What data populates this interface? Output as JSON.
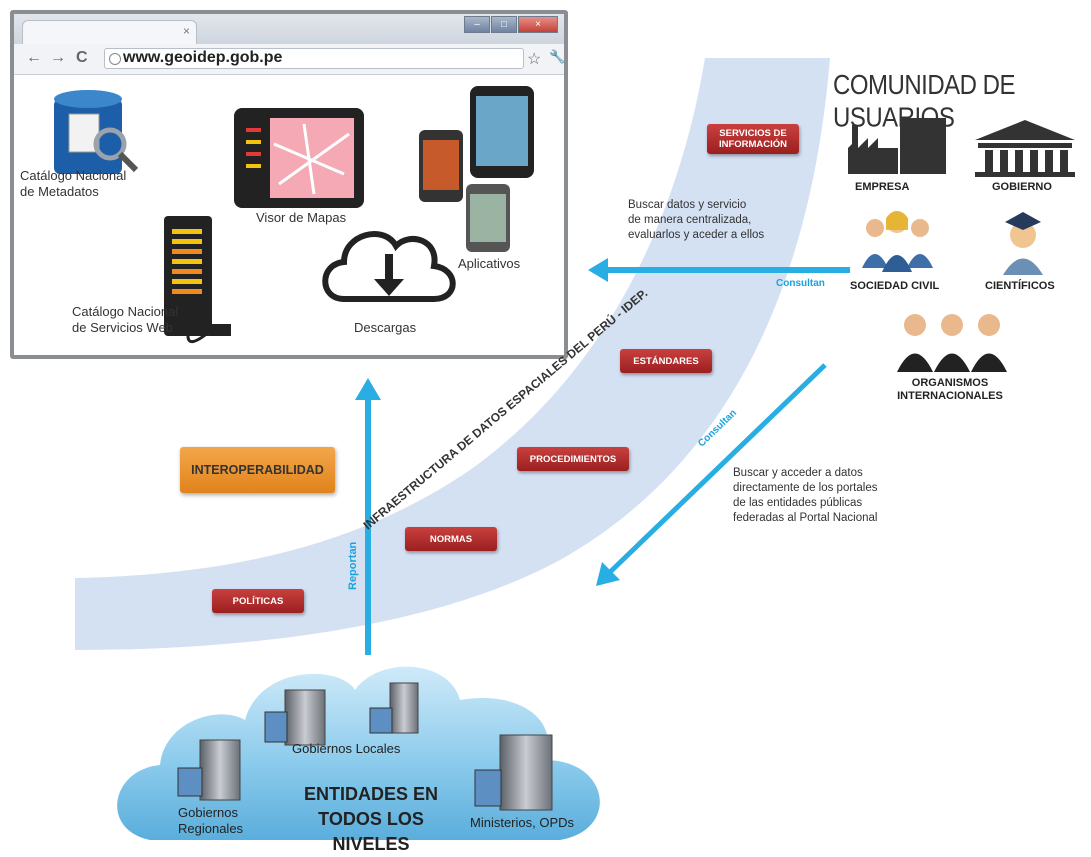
{
  "browser": {
    "url": "www.geoidep.gob.pe",
    "tab_close": "×",
    "nav_back": "←",
    "nav_forward": "→",
    "nav_reload": "C",
    "star": "☆",
    "wrench": "🔧",
    "min": "–",
    "max": "□",
    "close": "×"
  },
  "components": {
    "catalogo_metadatos": [
      "Catálogo Nacional",
      "de Metadatos"
    ],
    "visor_mapas": "Visor de Mapas",
    "aplicativos": "Aplicativos",
    "catalogo_servicios": [
      "Catálogo Nacional",
      "de Servicios Web"
    ],
    "descargas": "Descargas"
  },
  "users": {
    "title": "COMUNIDAD DE USUARIOS",
    "empresa": "EMPRESA",
    "gobierno": "GOBIERNO",
    "sociedad_civil": "SOCIEDAD CIVIL",
    "cientificos": "CIENTÍFICOS",
    "organismos": [
      "ORGANISMOS",
      "INTERNACIONALES"
    ]
  },
  "band": {
    "label": "INFRAESTRUCTURA DE DATOS ESPACIALES DEL PERÚ - IDEP.",
    "tags": {
      "servicios": [
        "SERVICIOS DE",
        "INFORMACIÓN"
      ],
      "estandares": "ESTÁNDARES",
      "procedimientos": "PROCEDIMIENTOS",
      "normas": "NORMAS",
      "politicas": "POLÍTICAS"
    }
  },
  "interoperabilidad": "INTEROPERABILIDAD",
  "arrows": {
    "consultan_top": "Consultan",
    "consultan_diag": "Consultan",
    "reportan": "Reportan"
  },
  "notes": {
    "buscar_top": [
      "Buscar datos y servicio",
      "de manera centralizada,",
      "evaluarlos y aceder a ellos"
    ],
    "buscar_bottom": [
      "Buscar y acceder a datos",
      "directamente de los portales",
      "de las entidades públicas",
      "federadas al Portal Nacional"
    ]
  },
  "cloud": {
    "title": [
      "ENTIDADES EN",
      "TODOS LOS NIVELES"
    ],
    "gobiernos_locales": "Gobiernos Locales",
    "gobiernos_regionales": [
      "Gobiernos",
      "Regionales"
    ],
    "ministerios": "Ministerios, OPDs"
  },
  "colors": {
    "band": "#d4e1f3",
    "arrow": "#29aee3",
    "tag": "#b0282a",
    "interop": "#ea9632",
    "cloud": "#7fc4ea"
  }
}
